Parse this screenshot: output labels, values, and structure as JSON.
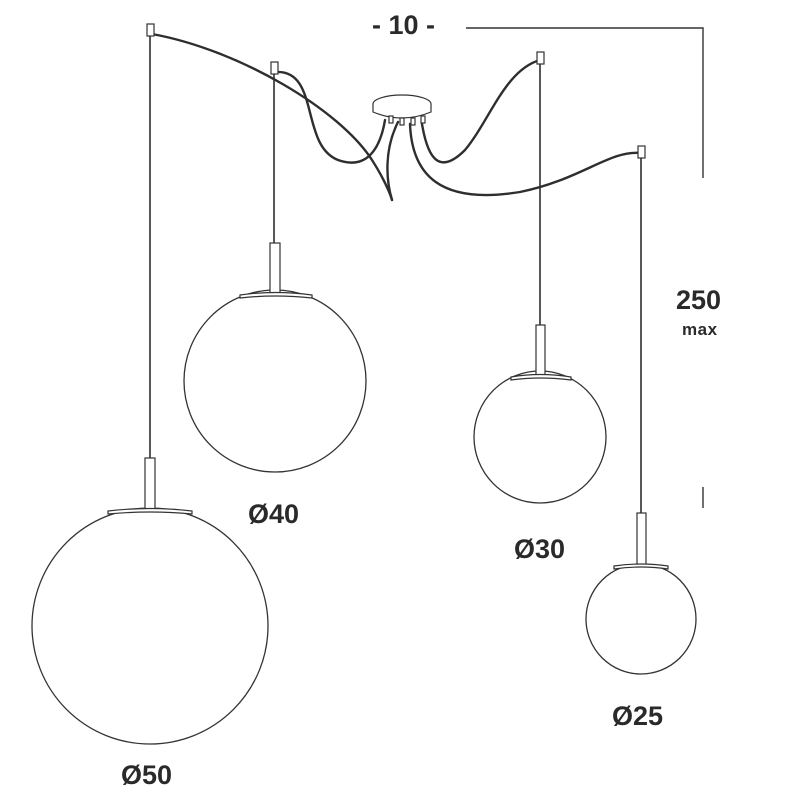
{
  "dimensions": {
    "width_label": "- 10 -",
    "height_value": "250",
    "height_note": "max"
  },
  "pendants": [
    {
      "diameter_label": "Ø50"
    },
    {
      "diameter_label": "Ø40"
    },
    {
      "diameter_label": "Ø30"
    },
    {
      "diameter_label": "Ø25"
    }
  ],
  "colors": {
    "line": "#333333",
    "text": "#2a2a2a",
    "background": "#ffffff"
  }
}
